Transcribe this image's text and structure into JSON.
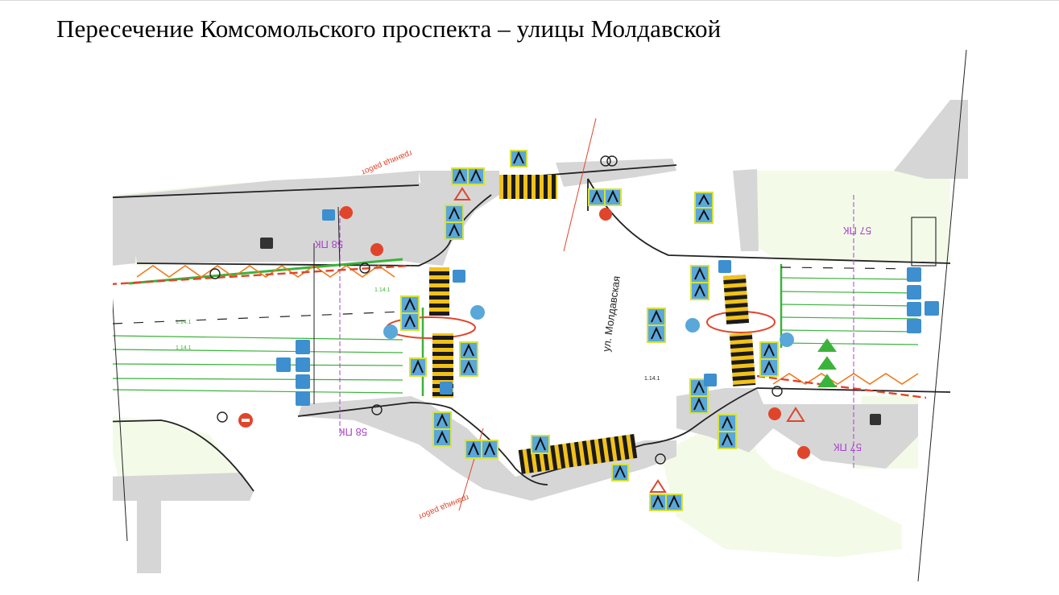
{
  "slide": {
    "title": "Пересечение Комсомольского проспекта – улицы Молдавской"
  },
  "map": {
    "street_label": "ул. Молдавская",
    "chainage_labels": [
      "58 ПК",
      "58 ПК",
      "57 ПК",
      "57 ПК"
    ],
    "work_limit_labels": [
      "граница работ",
      "граница работ"
    ],
    "lane_markings": [
      "1.14.1",
      "1.14.1",
      "1.14.1",
      "1.14.1"
    ],
    "colors": {
      "road": "#ffffff",
      "sidewalk": "#d6d6d6",
      "greenery": "#f3fbe8",
      "crosswalk_yellow": "#f2c21b",
      "crosswalk_black": "#1a1a1a",
      "sign_blue": "#5aa7d9",
      "sign_frame": "#d7e23a",
      "green_marking": "#3bb33b",
      "orange_marking": "#f07a1c",
      "red_boundary": "#e0452b",
      "chainage_purple": "#a743c9"
    },
    "icons": [
      "pedestrian-crossing-sign-icon",
      "traffic-light-icon",
      "direction-arrow-sign-icon",
      "no-entry-sign-icon",
      "yield-sign-icon",
      "bus-stop-icon",
      "keep-right-sign-icon"
    ]
  }
}
